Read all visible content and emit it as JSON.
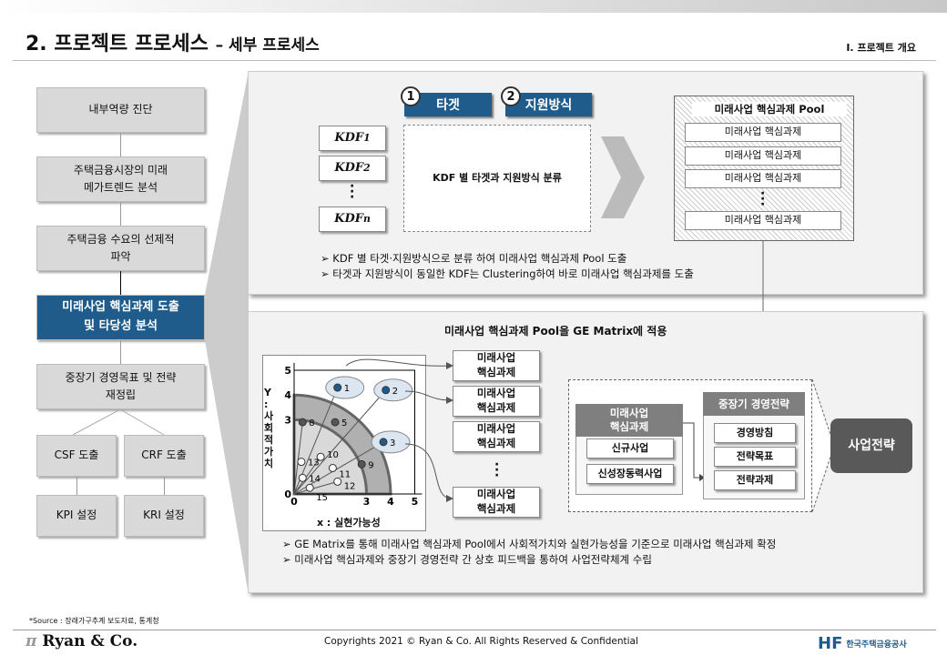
{
  "header": {
    "title": "2. 프로젝트 프로세스",
    "subtitle": "– 세부 프로세스",
    "section": "I. 프로젝트 개요"
  },
  "steps": [
    "내부역량 진단",
    "주택금융시장의 미래\n메가트렌드 분석",
    "주택금융 수요의 선제적\n파악",
    "미래사업 핵심과제 도출\n및 타당성 분석",
    "중장기 경영목표 및 전략\n재정립",
    "CSF 도출",
    "CRF 도출",
    "KPI 설정",
    "KRI 설정"
  ],
  "top": {
    "tab1_num": "1",
    "tab1": "타겟",
    "tab2_num": "2",
    "tab2": "지원방식",
    "kdf": [
      "KDF",
      "KDF",
      "KDF"
    ],
    "kdf_sub": [
      "1",
      "2",
      "n"
    ],
    "center": "KDF 별 타겟과 지원방식 분류",
    "pool_title": "미래사업 핵심과제 Pool",
    "pool_items": [
      "미래사업 핵심과제",
      "미래사업 핵심과제",
      "미래사업 핵심과제",
      "미래사업 핵심과제"
    ],
    "bullets": [
      "KDF 별 타겟·지원방식으로 분류 하여 미래사업 핵심과제 Pool 도출",
      "타겟과 지원방식이 동일한 KDF는 Clustering하여 바로 미래사업 핵심과제를 도출"
    ]
  },
  "bottom": {
    "apply_label": "미래사업 핵심과제 Pool을 GE Matrix에 적용",
    "tasks": [
      "미래사업\n핵심과제",
      "미래사업\n핵심과제",
      "미래사업\n핵심과제",
      "미래사업\n핵심과제"
    ],
    "future_title": "미래사업\n핵심과제",
    "future_items": [
      "신규사업",
      "신성장동력사업"
    ],
    "strategy_title": "중장기 경영전략",
    "strategy_items": [
      "경영방침",
      "전략목표",
      "전략과제"
    ],
    "result": "사업전략",
    "bullets": [
      "GE Matrix를 통해 미래사업 핵심과제 Pool에서 사회적가치와 실현가능성을 기준으로 미래사업 핵심과제 확정",
      "미래사업 핵심과제와 중장기 경영전략 간 상호 피드백을 통하여 사업전략체계 수립"
    ]
  },
  "chart_data": {
    "type": "scatter",
    "xlabel": "x : 실현가능성",
    "ylabel": "Y : 사회적가치",
    "xlim": [
      0,
      5
    ],
    "ylim": [
      0,
      5
    ],
    "xticks": [
      "0",
      "3",
      "4",
      "5"
    ],
    "yticks": [
      "0",
      "3",
      "4",
      "5"
    ],
    "points": [
      {
        "label": "1",
        "x": 1.8,
        "y": 4.3,
        "kind": "selected"
      },
      {
        "label": "2",
        "x": 3.8,
        "y": 4.2,
        "kind": "selected"
      },
      {
        "label": "3",
        "x": 3.7,
        "y": 2.1,
        "kind": "selected"
      },
      {
        "label": "5",
        "x": 1.7,
        "y": 2.9,
        "kind": "mid"
      },
      {
        "label": "8",
        "x": 0.35,
        "y": 2.9,
        "kind": "mid"
      },
      {
        "label": "9",
        "x": 2.8,
        "y": 1.2,
        "kind": "mid"
      },
      {
        "label": "10",
        "x": 1.1,
        "y": 1.5,
        "kind": "low"
      },
      {
        "label": "11",
        "x": 1.6,
        "y": 1.05,
        "kind": "low"
      },
      {
        "label": "12",
        "x": 1.8,
        "y": 0.5,
        "kind": "low"
      },
      {
        "label": "13",
        "x": 0.3,
        "y": 1.3,
        "kind": "low"
      },
      {
        "label": "14",
        "x": 0.35,
        "y": 0.65,
        "kind": "low"
      },
      {
        "label": "15",
        "x": 0.65,
        "y": 0.25,
        "kind": "low"
      }
    ],
    "rings": [
      3,
      4
    ]
  },
  "footer": {
    "source": "*Source : 장래가구추계 보도자료, 통계청",
    "logo": "Ryan & Co.",
    "copyright": "Copyrights 2021 © Ryan & Co. All Rights Reserved & Confidential",
    "partner": "한국주택금융공사",
    "partner_mark": "HF"
  }
}
